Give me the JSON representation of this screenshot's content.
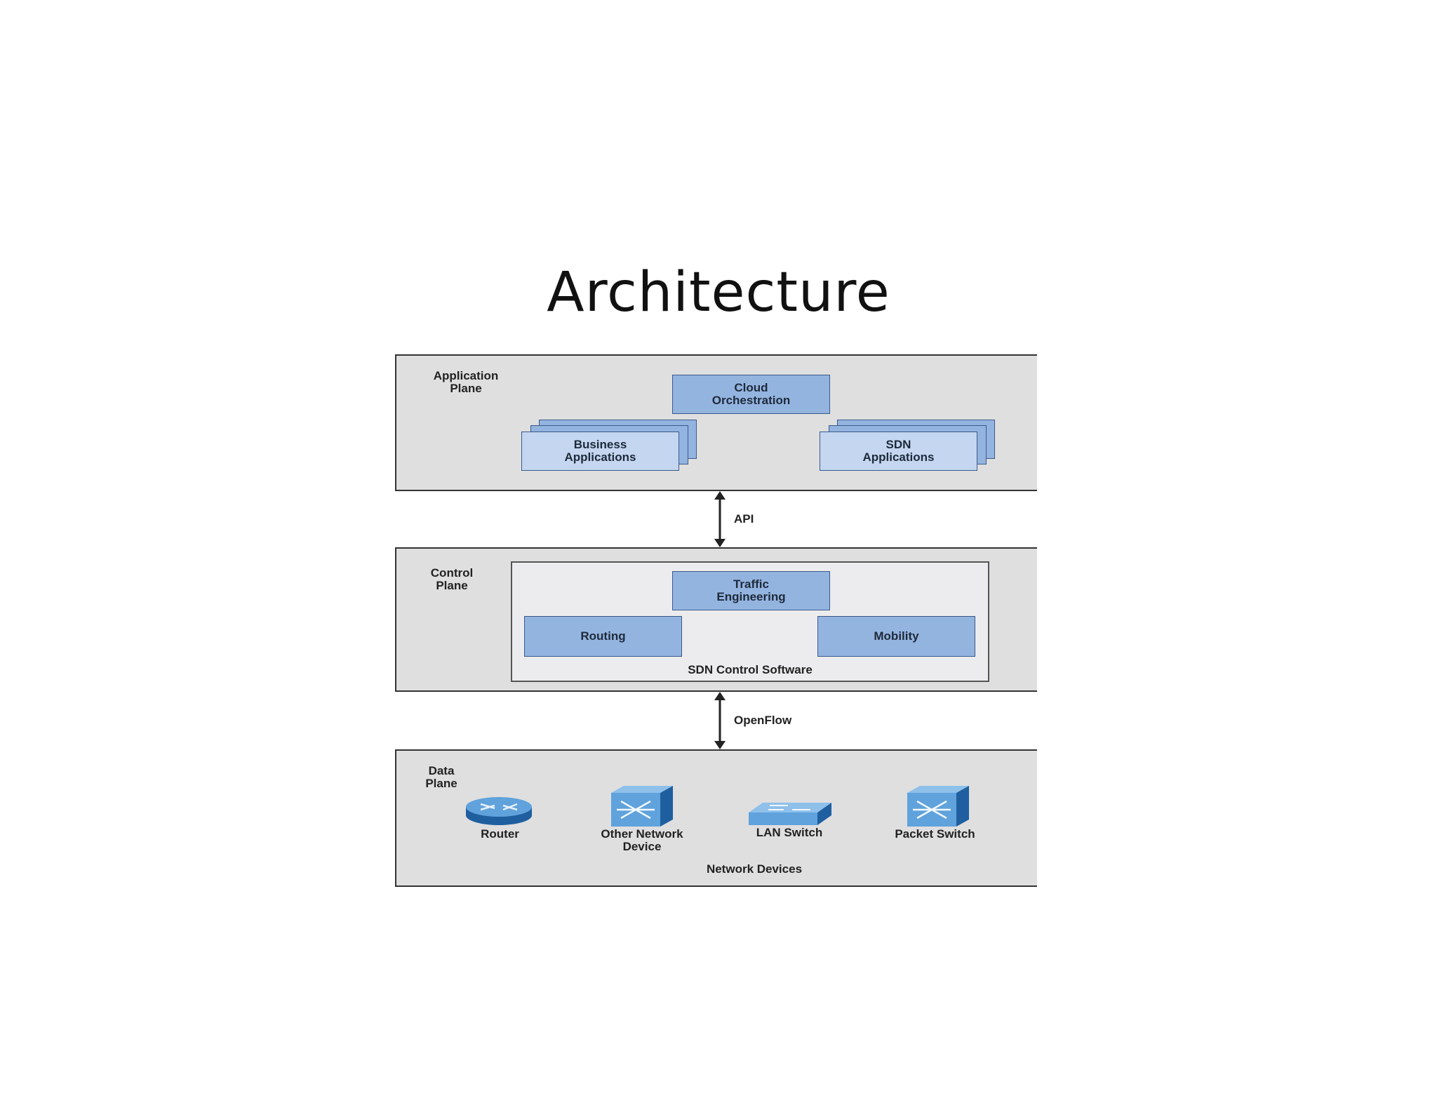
{
  "title": "Architecture",
  "application_plane": {
    "label": "Application\nPlane",
    "cloud": "Cloud\nOrchestration",
    "business": "Business\nApplications",
    "sdn_apps": "SDN\nApplications"
  },
  "api_label": "API",
  "control_plane": {
    "label": "Control\nPlane",
    "traffic": "Traffic\nEngineering",
    "routing": "Routing",
    "mobility": "Mobility",
    "software": "SDN Control Software"
  },
  "openflow_label": "OpenFlow",
  "data_plane": {
    "label": "Data\nPlane",
    "devices": {
      "router": "Router",
      "other": "Other Network\nDevice",
      "lan": "LAN Switch",
      "packet": "Packet Switch"
    },
    "caption": "Network Devices"
  },
  "colors": {
    "box_fill": "#94b4e0",
    "box_light": "#c4d6f0",
    "plane_fill": "#dfdfe0",
    "device_blue": "#2f7fc8"
  }
}
